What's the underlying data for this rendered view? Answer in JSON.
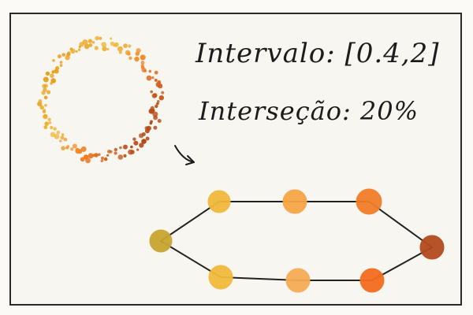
{
  "labels": {
    "interval": "Intervalo: [0.4,2]",
    "intersection": "Interseção: 20%"
  },
  "colors": {
    "ring_gradient": [
      "#e8a020",
      "#f2b83a",
      "#f07a20",
      "#b04818"
    ],
    "node_olive": "#c8a030",
    "node_yellow": "#f2b53a",
    "node_orange": "#f5a140",
    "node_orange_dark": "#f07020",
    "node_brown": "#b04a1c",
    "edges": "#222222"
  },
  "icons": {
    "arrow": "curved-arrow-icon"
  },
  "graph": {
    "nodes": [
      {
        "id": "n0",
        "color": "#c9a431"
      },
      {
        "id": "n1",
        "color": "#f2b83a"
      },
      {
        "id": "n2",
        "color": "#f6a545"
      },
      {
        "id": "n3",
        "color": "#f27c2a"
      },
      {
        "id": "n4",
        "color": "#b34b1e"
      },
      {
        "id": "n5",
        "color": "#f36e1e"
      },
      {
        "id": "n6",
        "color": "#f6ac55"
      },
      {
        "id": "n7",
        "color": "#f2bb3c"
      }
    ],
    "edges": [
      [
        "n0",
        "n1"
      ],
      [
        "n1",
        "n2"
      ],
      [
        "n2",
        "n3"
      ],
      [
        "n3",
        "n4"
      ],
      [
        "n4",
        "n5"
      ],
      [
        "n5",
        "n6"
      ],
      [
        "n6",
        "n7"
      ],
      [
        "n7",
        "n0"
      ]
    ]
  }
}
